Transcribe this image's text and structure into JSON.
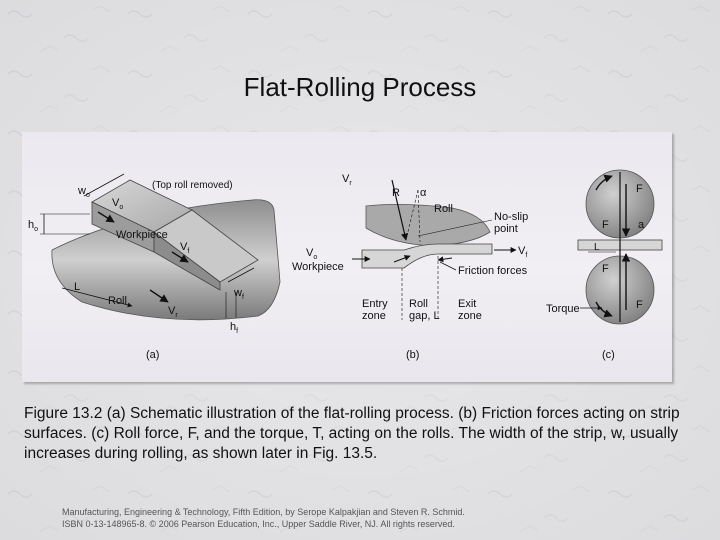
{
  "title": "Flat-Rolling Process",
  "figure": {
    "a": {
      "top_note": "(Top roll removed)",
      "w_o": "w",
      "w_o_sub": "o",
      "h_o": "h",
      "h_o_sub": "o",
      "v_o": "V",
      "v_o_sub": "o",
      "workpiece": "Workpiece",
      "v_f": "V",
      "v_f_sub": "f",
      "v_r": "V",
      "v_r_sub": "r",
      "L": "L",
      "roll": "Roll",
      "w_f": "w",
      "w_f_sub": "f",
      "h_f": "h",
      "h_f_sub": "f",
      "panel": "(a)"
    },
    "b": {
      "v_r": "V",
      "v_r_sub": "r",
      "R": "R",
      "alpha": "α",
      "roll": "Roll",
      "no_slip_1": "No-slip",
      "no_slip_2": "point",
      "v_o": "V",
      "v_o_sub": "o",
      "v_f": "V",
      "v_f_sub": "f",
      "workpiece": "Workpiece",
      "friction": "Friction forces",
      "entry_1": "Entry",
      "entry_2": "zone",
      "roll_gap_1": "Roll",
      "roll_gap_2": "gap, L",
      "exit_1": "Exit",
      "exit_2": "zone",
      "panel": "(b)"
    },
    "c": {
      "F_top": "F",
      "F_mid": "F",
      "a": "a",
      "L": "L",
      "F_low": "F",
      "torque": "Torque",
      "F_bot": "F",
      "panel": "(c)"
    }
  },
  "caption": "Figure 13.2 (a) Schematic illustration of the flat-rolling process. (b) Friction forces acting on strip surfaces. (c) Roll force, F, and the torque, T, acting on the rolls. The width of the strip, w, usually increases during rolling, as shown later in Fig. 13.5.",
  "credits": {
    "line1": "Manufacturing, Engineering & Technology, Fifth Edition, by Serope Kalpakjian and Steven R. Schmid.",
    "line2": "ISBN 0-13-148965-8. © 2006 Pearson Education, Inc., Upper Saddle River, NJ. All rights reserved."
  }
}
